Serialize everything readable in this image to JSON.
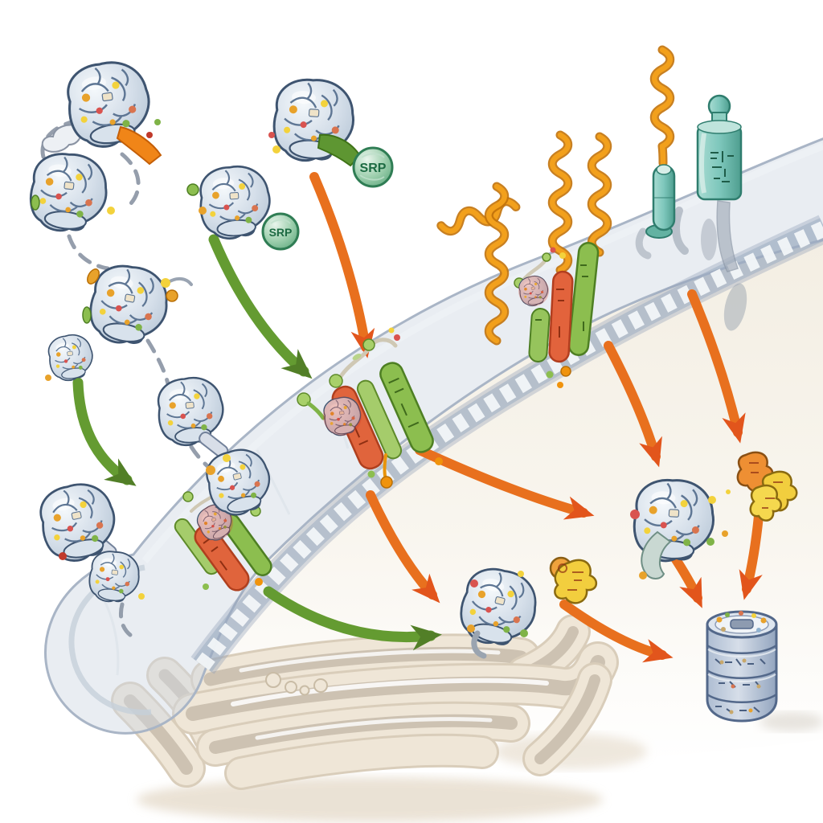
{
  "diagram": {
    "kind": "cell-biology-illustration",
    "topic": "ribosomes, SRP targeting, ER membrane translocation and proteasome degradation",
    "labels": {
      "srp_large": "SRP",
      "srp_small": "SRP"
    },
    "colors": {
      "background": "#FFFFFF",
      "membrane_fill": "#CED6E2",
      "membrane_outline": "#A9B5C6",
      "er_lumen_beige": "#F1EBDE",
      "cisterna_fill": "#EFE6D7",
      "cisterna_lumen": "#CDC2B2",
      "ribosome_fill": "#CBD8E5",
      "ribosome_outline": "#3E5470",
      "green_arrow": "#649B31",
      "orange_arrow": "#E8701E",
      "srp_badge_green": "#7FBE9B",
      "srp_text_green": "#1C6A42",
      "nascent_chain_orange": "#E8940C",
      "translocon_green": "#8CBE4F",
      "translocon_orange": "#E0643C",
      "chaperone_yellow": "#F2CE3E",
      "teal_protein": "#7EC7BC",
      "proteasome_blue": "#C7D2E0"
    },
    "elements": [
      "ribosome",
      "mrna-dashed-path",
      "signal-peptide-orange",
      "signal-peptide-green",
      "srp-badge",
      "er-membrane-band",
      "membrane-bilayer-ladder",
      "translocon",
      "nascent-chain-squiggle",
      "membrane-protein-teal",
      "translocated-protein-shadow",
      "chaperone-yellow",
      "folded-protein",
      "misfolded-protein",
      "proteasome",
      "er-cisternae",
      "green-pathway-arrow",
      "orange-pathway-arrow"
    ]
  }
}
